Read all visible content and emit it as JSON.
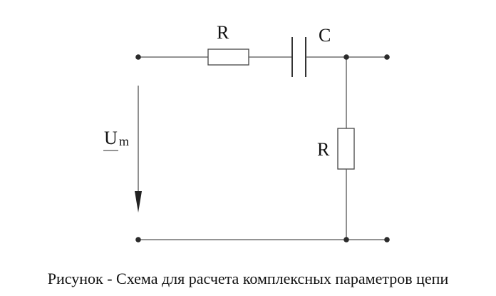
{
  "diagram": {
    "labels": {
      "resistor_series": "R",
      "capacitor": "C",
      "resistor_shunt": "R",
      "voltage_main": "U",
      "voltage_sub": "m"
    },
    "caption": "Рисунок - Схема для расчета комплексных параметров цепи"
  }
}
